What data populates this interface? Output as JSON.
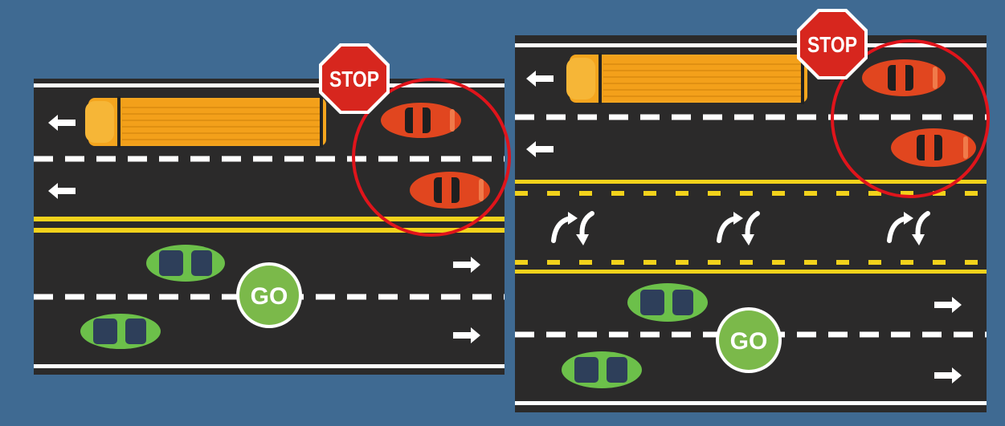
{
  "colors": {
    "background": "#3f6a92",
    "road": "#2b2a2a",
    "lane_white": "#ffffff",
    "lane_yellow": "#f2d21b",
    "bus": "#f4a51e",
    "red_car": "#e1461f",
    "green_car": "#6cc04a",
    "stop_sign": "#d7261e",
    "go_sign": "#7bb94a",
    "highlight_circle": "#e0141b"
  },
  "scenes": [
    {
      "id": "two-lane-road",
      "stop_label": "STOP",
      "go_label": "GO"
    },
    {
      "id": "road-with-center-turn-lane",
      "stop_label": "STOP",
      "go_label": "GO"
    }
  ]
}
